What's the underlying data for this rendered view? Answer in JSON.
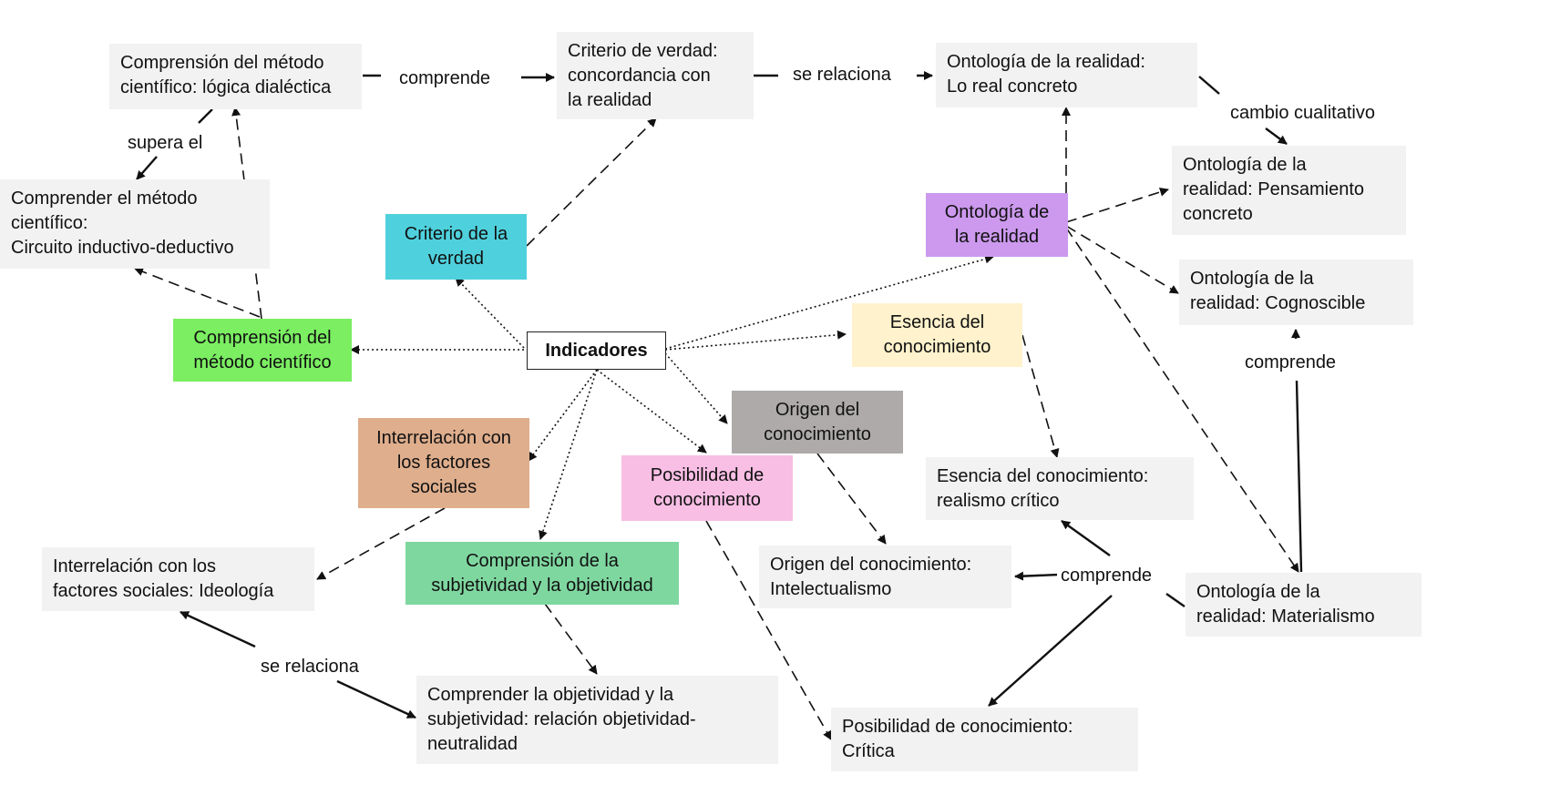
{
  "root": {
    "label": "Indicadores"
  },
  "categories": {
    "criterio": {
      "label": "Criterio de la\nverdad",
      "color": "#4fd1dd"
    },
    "comprension_metodo": {
      "label": "Comprensión del\nmétodo científico",
      "color": "#7bee62"
    },
    "ontologia": {
      "label": "Ontología de\nla realidad",
      "color": "#cc99ee"
    },
    "esencia": {
      "label": "Esencia del\nconocimiento",
      "color": "#fff2cc"
    },
    "origen": {
      "label": "Origen del\nconocimiento",
      "color": "#aeaaaa"
    },
    "interrelacion": {
      "label": "Interrelación con\nlos factores\nsociales",
      "color": "#dfae8d"
    },
    "posibilidad": {
      "label": "Posibilidad de\nconocimiento",
      "color": "#f8bee4"
    },
    "subjetividad": {
      "label": "Comprensión de la\nsubjetividad y la objetividad",
      "color": "#7fd7a0"
    }
  },
  "details": {
    "metodo_dialectica": "Comprensión del método\ncientífico: lógica dialéctica",
    "metodo_inductivo": "Comprender el método\ncientífico:\nCircuito inductivo-deductivo",
    "criterio_concordancia": "Criterio de verdad:\nconcordancia con\nla realidad",
    "ontologia_real_concreto": "Ontología de la realidad:\nLo real concreto",
    "ontologia_pensamiento": "Ontología de la\nrealidad: Pensamiento\nconcreto",
    "ontologia_cognoscible": "Ontología de la\nrealidad: Cognoscible",
    "ontologia_materialismo": "Ontología de la\nrealidad: Materialismo",
    "esencia_realismo": "Esencia del conocimiento:\nrealismo crítico",
    "origen_intelectualismo": "Origen del conocimiento:\nIntelectualismo",
    "posibilidad_critica": "Posibilidad de conocimiento:\nCrítica",
    "interrelacion_ideologia": "Interrelación con los\nfactores sociales: Ideología",
    "subjetividad_neutralidad": "Comprender la objetividad y la\nsubjetividad: relación objetividad-\nneutralidad"
  },
  "link_labels": {
    "comprende_1": "comprende",
    "se_relaciona_1": "se relaciona",
    "supera_el": "supera el",
    "cambio_cualitativo": "cambio cualitativo",
    "comprende_2": "comprende",
    "comprende_3": "comprende",
    "se_relaciona_2": "se relaciona"
  },
  "colors": {
    "line": "#111111",
    "detail_bg": "#f2f2f3"
  }
}
